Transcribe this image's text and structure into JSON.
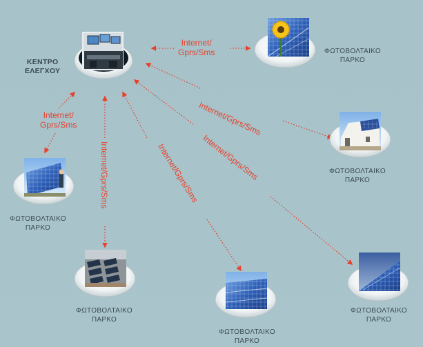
{
  "colors": {
    "background": "#a8c3ca",
    "link": "#e8412b",
    "label": "#3c4a54"
  },
  "control_center": {
    "label_line1": "ΚΕΝΤΡΟ",
    "label_line2": "ΕΛΕΓΧΟΥ",
    "icon": "control-center-monitor-icon"
  },
  "parks": [
    {
      "id": "park-top-right",
      "label_line1": "ΦΩΤΟΒΟΛΤΑΙΚΟ",
      "label_line2": "ΠΑΡΚΟ",
      "icon": "sunflower-solar-panel-icon"
    },
    {
      "id": "park-right",
      "label_line1": "ΦΩΤΟΒΟΛΤΑΙΚΟ",
      "label_line2": "ΠΑΡΚΟ",
      "icon": "rooftop-solar-building-icon"
    },
    {
      "id": "park-left",
      "label_line1": "ΦΩΤΟΒΟΛΤΑΙΚΟ",
      "label_line2": "ΠΑΡΚΟ",
      "icon": "solar-panel-with-technician-icon"
    },
    {
      "id": "park-bottom-left",
      "label_line1": "ΦΩΤΟΒΟΛΤΑΙΚΟ",
      "label_line2": "ΠΑΡΚΟ",
      "icon": "hillside-solar-array-icon"
    },
    {
      "id": "park-bottom-center",
      "label_line1": "ΦΩΤΟΒΟΛΤΑΙΚΟ",
      "label_line2": "ΠΑΡΚΟ",
      "icon": "solar-panel-array-icon"
    },
    {
      "id": "park-bottom-right",
      "label_line1": "ΦΩΤΟΒΟΛΤΑΙΚΟ",
      "label_line2": "ΠΑΡΚΟ",
      "icon": "solar-panel-sky-icon"
    }
  ],
  "links": {
    "top_right": {
      "line1": "Internet/",
      "line2": "Gprs/Sms"
    },
    "right": {
      "text": "Internet/Gprs/Sms"
    },
    "left": {
      "line1": "Internet/",
      "line2": "Gprs/Sms"
    },
    "bottom_left": {
      "text": "Internet/Gprs/Sms"
    },
    "bottom_center": {
      "text": "Internet/Gprs/Sms"
    },
    "bottom_right": {
      "text": "Internet/Gprs/Sms"
    }
  }
}
